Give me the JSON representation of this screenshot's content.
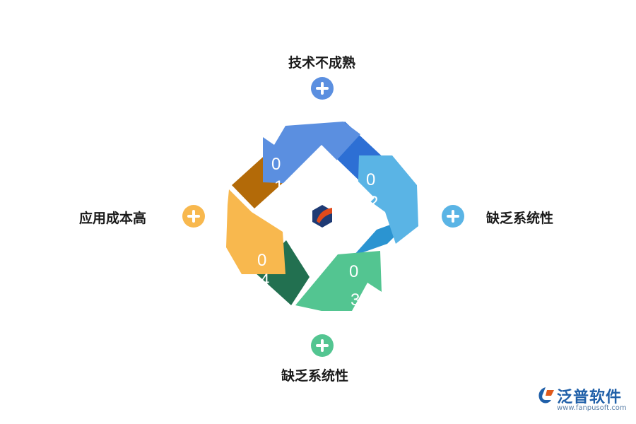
{
  "labels": {
    "top": "技术不成熟",
    "left": "应用成本高",
    "right": "缺乏系统性",
    "bottom": "缺乏系统性"
  },
  "numbers": {
    "top_left": [
      "0",
      "1"
    ],
    "top_right": [
      "0",
      "2"
    ],
    "bottom_right": [
      "0",
      "3"
    ],
    "bottom_left": [
      "0",
      "4"
    ]
  },
  "colors": {
    "blue": "#5b8fe0",
    "blue_dark": "#2d6fd4",
    "sky": "#5ab4e5",
    "sky_dark": "#2b94d1",
    "green": "#53c591",
    "green_dark": "#227050",
    "orange": "#f8b84e",
    "orange_dark": "#b36a08"
  },
  "icons": [
    "plus-icon",
    "center-logo-icon",
    "brand-logo-icon"
  ],
  "brand": {
    "name": "泛普软件",
    "url": "www.fanpusoft.com"
  }
}
